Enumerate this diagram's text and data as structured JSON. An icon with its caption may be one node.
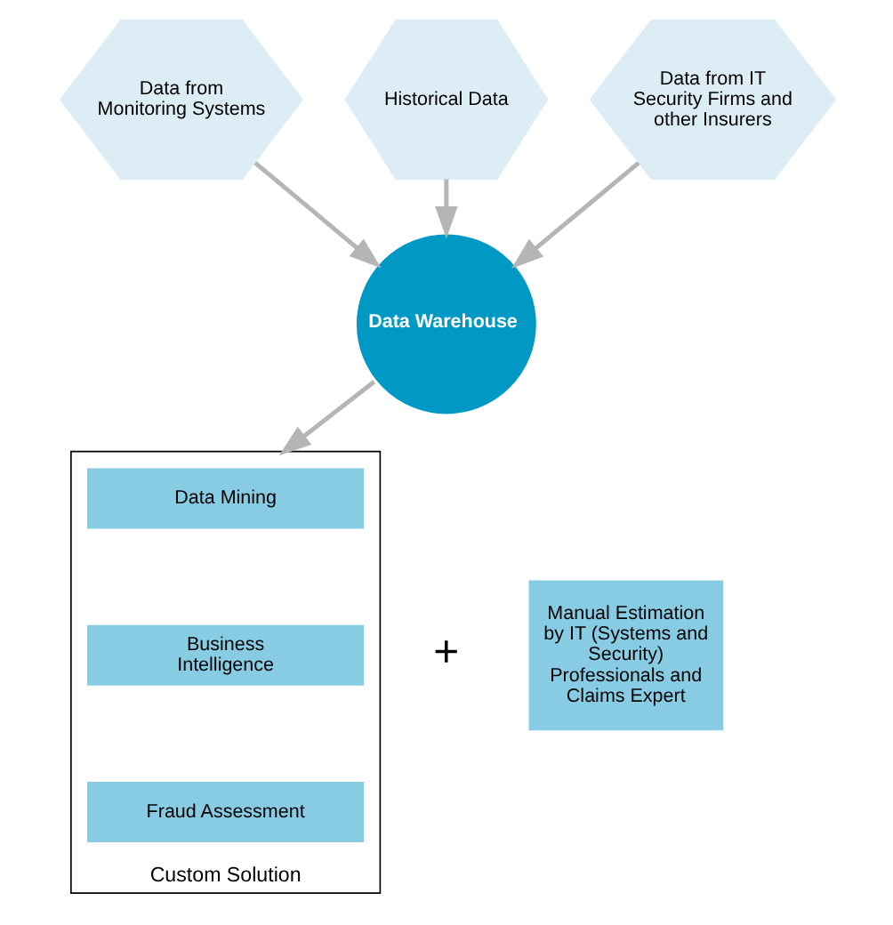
{
  "diagram": {
    "nodes": [
      {
        "text": [
          "Historical Data"
        ]
      },
      {
        "text": [
          "Data from Monitoring Systems"
        ]
      },
      {
        "text": [
          "Data from IT Security Firms and other Insurers"
        ]
      },
      {
        "text": [
          "Data Warehouse"
        ]
      },
      {
        "text": [
          "Custom Solution"
        ]
      },
      {
        "text": [
          "Data Mining"
        ],
        "in": 4
      },
      {
        "text": [
          "Business Intelligence"
        ],
        "in": 4
      },
      {
        "text": [
          "Fraud Assessment"
        ],
        "in": 4
      },
      {
        "text": [
          "Manual Estimation by IT (Systems and Security) Professionals and Claims Expert"
        ]
      }
    ],
    "edges": [
      {
        "from": 0,
        "to": 3,
        "arrow": "to"
      },
      {
        "from": 1,
        "to": 3,
        "arrow": "to"
      },
      {
        "from": 2,
        "to": 3,
        "arrow": "to"
      },
      {
        "from": 3,
        "to": 4,
        "arrow": "to"
      }
    ],
    "labels": [
      "+"
    ]
  }
}
